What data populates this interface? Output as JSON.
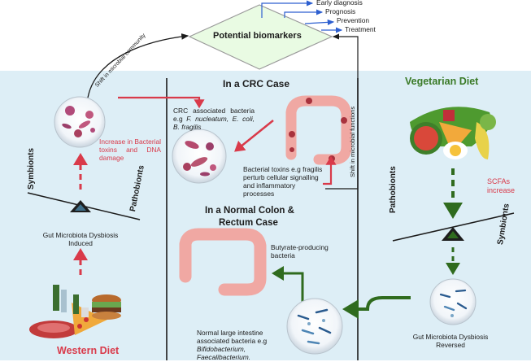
{
  "top": {
    "center_box": "Potential biomarkers",
    "outcomes": [
      "Early diagnosis",
      "Prognosis",
      "Prevention",
      "Treatment"
    ],
    "left_arrow_label": "Shift in microbial community",
    "right_arrow_label": "Shift in microbial functions"
  },
  "left_panel": {
    "increase_label": "Increase in Bacterial toxins and DNA damage",
    "symbionts": "Symbionts",
    "pathobionts": "Pathobionts",
    "dysbiosis_label": "Gut Microbiota Dysbiosis Induced",
    "diet_label": "Western Diet"
  },
  "middle_panel": {
    "crc_title": "In a CRC Case",
    "crc_bacteria_prefix": "CRC associated bacteria e.g",
    "crc_bacteria_species": "F. nucleatum, E. coli, B. fragilis",
    "toxins_label": "Bacterial toxins e.g fragilis perturb cellular signalling and inflammatory processes",
    "normal_title_line1": "In a Normal Colon &",
    "normal_title_line2": "Rectum Case",
    "butyrate_label": "Butyrate-producing bacteria",
    "normal_bacteria_prefix": "Normal large intestine associated bacteria e.g",
    "normal_bacteria_species_1": "Bifidobacterium,",
    "normal_bacteria_species_2": "Faecalibacterium."
  },
  "right_panel": {
    "diet_title": "Vegetarian Diet",
    "scfa_label": "SCFAs increase",
    "pathobionts": "Pathobionts",
    "symbionts": "Symbionts",
    "dysbiosis_label": "Gut Microbiota Dysbiosis Reversed"
  },
  "colors": {
    "panel_bg": "#ddeef6",
    "accent_red": "#d93a4a",
    "green": "#2f6b1e",
    "title_green": "#3a7a27",
    "diamond": "#e9fbe3",
    "colon": "#f0a8a3",
    "dark": "#1b1b1b",
    "blue_arrow": "#2d5fd0"
  },
  "icons": [
    "colon-icon",
    "bacteria-circle-icon",
    "food-icon",
    "balance-icon",
    "arrow-icon"
  ]
}
